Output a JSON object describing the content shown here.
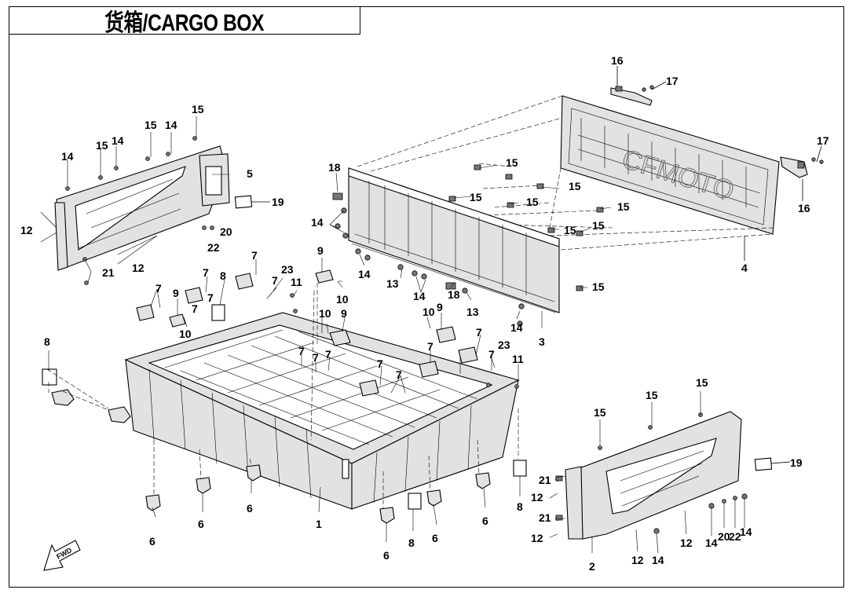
{
  "title": "货箱/CARGO BOX",
  "fwd_label": "FWD",
  "callouts": [
    {
      "id": "c16a",
      "text": "16"
    },
    {
      "id": "c17a",
      "text": "17"
    },
    {
      "id": "c17b",
      "text": "17"
    },
    {
      "id": "c16b",
      "text": "16"
    },
    {
      "id": "c4",
      "text": "4"
    },
    {
      "id": "c15t",
      "text": "15"
    },
    {
      "id": "c15l1",
      "text": "15"
    },
    {
      "id": "c14l1",
      "text": "14"
    },
    {
      "id": "c15l2",
      "text": "15"
    },
    {
      "id": "c14l2",
      "text": "14"
    },
    {
      "id": "c14l3",
      "text": "14"
    },
    {
      "id": "c5",
      "text": "5"
    },
    {
      "id": "c19l",
      "text": "19"
    },
    {
      "id": "c12l1",
      "text": "12"
    },
    {
      "id": "c20l",
      "text": "20"
    },
    {
      "id": "c22l",
      "text": "22"
    },
    {
      "id": "c12l2",
      "text": "12"
    },
    {
      "id": "c21l",
      "text": "21"
    },
    {
      "id": "c18a",
      "text": "18"
    },
    {
      "id": "c15m1",
      "text": "15"
    },
    {
      "id": "c15m2",
      "text": "15"
    },
    {
      "id": "c15m3",
      "text": "15"
    },
    {
      "id": "c15m4",
      "text": "15"
    },
    {
      "id": "c15m5",
      "text": "15"
    },
    {
      "id": "c15m6",
      "text": "15"
    },
    {
      "id": "c15m7",
      "text": "15"
    },
    {
      "id": "c15m8",
      "text": "15"
    },
    {
      "id": "c14m1",
      "text": "14"
    },
    {
      "id": "c14m2",
      "text": "14"
    },
    {
      "id": "c13a",
      "text": "13"
    },
    {
      "id": "c14m3",
      "text": "14"
    },
    {
      "id": "c18b",
      "text": "18"
    },
    {
      "id": "c13b",
      "text": "13"
    },
    {
      "id": "c14m4",
      "text": "14"
    },
    {
      "id": "c3",
      "text": "3"
    },
    {
      "id": "c9a",
      "text": "9"
    },
    {
      "id": "c10a",
      "text": "10"
    },
    {
      "id": "c7a",
      "text": "7"
    },
    {
      "id": "c23a",
      "text": "23"
    },
    {
      "id": "c7b",
      "text": "7"
    },
    {
      "id": "c11a",
      "text": "11"
    },
    {
      "id": "c7c",
      "text": "7"
    },
    {
      "id": "c8a",
      "text": "8"
    },
    {
      "id": "c7d",
      "text": "7"
    },
    {
      "id": "c9b",
      "text": "9"
    },
    {
      "id": "c7e",
      "text": "7"
    },
    {
      "id": "c7f",
      "text": "7"
    },
    {
      "id": "c10b",
      "text": "10"
    },
    {
      "id": "c10c",
      "text": "10"
    },
    {
      "id": "c9c",
      "text": "9"
    },
    {
      "id": "c10d",
      "text": "10"
    },
    {
      "id": "c9d",
      "text": "9"
    },
    {
      "id": "c8b",
      "text": "8"
    },
    {
      "id": "c7g",
      "text": "7"
    },
    {
      "id": "c7h",
      "text": "7"
    },
    {
      "id": "c7i",
      "text": "7"
    },
    {
      "id": "c7j",
      "text": "7"
    },
    {
      "id": "c7k",
      "text": "7"
    },
    {
      "id": "c7l",
      "text": "7"
    },
    {
      "id": "c7m",
      "text": "7"
    },
    {
      "id": "c7n",
      "text": "7"
    },
    {
      "id": "c23b",
      "text": "23"
    },
    {
      "id": "c11b",
      "text": "11"
    },
    {
      "id": "c6a",
      "text": "6"
    },
    {
      "id": "c6b",
      "text": "6"
    },
    {
      "id": "c6c",
      "text": "6"
    },
    {
      "id": "c1",
      "text": "1"
    },
    {
      "id": "c6d",
      "text": "6"
    },
    {
      "id": "c8c",
      "text": "8"
    },
    {
      "id": "c6e",
      "text": "6"
    },
    {
      "id": "c6f",
      "text": "6"
    },
    {
      "id": "c8d",
      "text": "8"
    },
    {
      "id": "c15r1",
      "text": "15"
    },
    {
      "id": "c15r2",
      "text": "15"
    },
    {
      "id": "c15r3",
      "text": "15"
    },
    {
      "id": "c19r",
      "text": "19"
    },
    {
      "id": "c21r1",
      "text": "21"
    },
    {
      "id": "c12r1",
      "text": "12"
    },
    {
      "id": "c21r2",
      "text": "21"
    },
    {
      "id": "c12r2",
      "text": "12"
    },
    {
      "id": "c2",
      "text": "2"
    },
    {
      "id": "c12r3",
      "text": "12"
    },
    {
      "id": "c14r1",
      "text": "14"
    },
    {
      "id": "c12r4",
      "text": "12"
    },
    {
      "id": "c14r2",
      "text": "14"
    },
    {
      "id": "c20r",
      "text": "20"
    },
    {
      "id": "c22r",
      "text": "22"
    },
    {
      "id": "c14r3",
      "text": "14"
    }
  ]
}
